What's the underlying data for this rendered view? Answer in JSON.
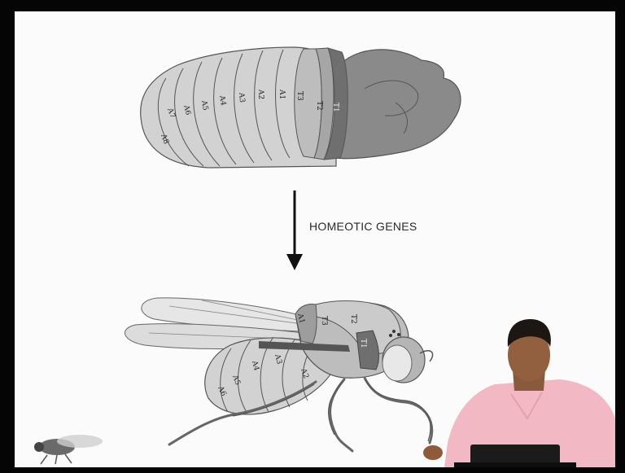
{
  "caption": "HOMEOTIC GENES",
  "embryo_segments": [
    "A8",
    "A7",
    "A6",
    "A5",
    "A4",
    "A3",
    "A2",
    "A1",
    "T3",
    "T2",
    "T1"
  ],
  "adult_segments": [
    "A1",
    "T3",
    "T2",
    "T1",
    "A2",
    "A3",
    "A4",
    "A5",
    "A6"
  ],
  "colors": {
    "abdomen": "#d2d2d2",
    "thorax_light": "#bdbdbd",
    "thorax_mid": "#9d9d9d",
    "thorax_dark": "#6f6f6f",
    "head": "#8a8a8a",
    "outline": "#555555"
  }
}
